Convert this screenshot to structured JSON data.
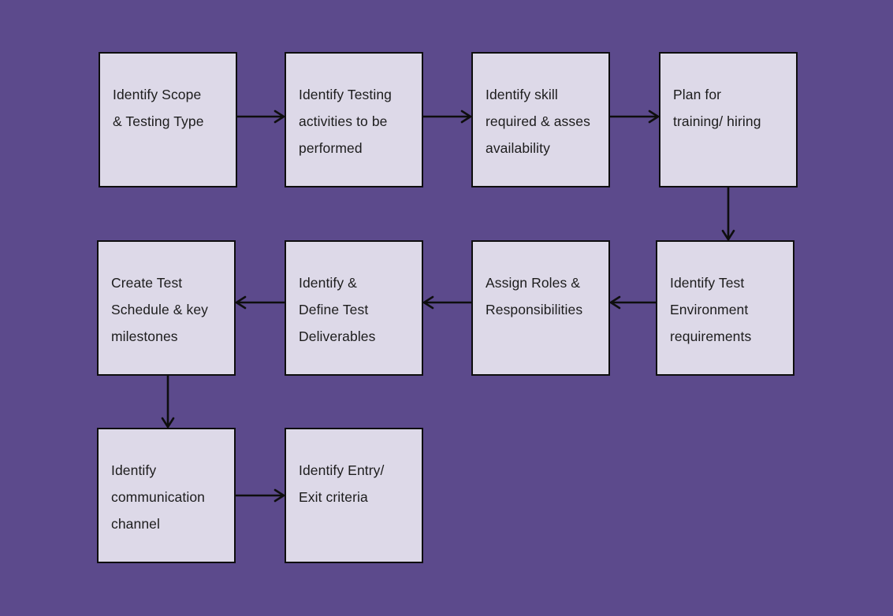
{
  "diagram": {
    "type": "flowchart",
    "colors": {
      "background": "#5C4A8C",
      "node_fill": "#DDD9E8",
      "node_border": "#0E0E0E",
      "arrow": "#0E0E0E",
      "text": "#1C1C1C"
    },
    "nodes": [
      {
        "id": "scope",
        "label": "Identify Scope\n& Testing Type"
      },
      {
        "id": "activities",
        "label": "Identify Testing\nactivities to be\nperformed"
      },
      {
        "id": "skills",
        "label": "Identify skill\nrequired & asses\navailability"
      },
      {
        "id": "training",
        "label": "Plan for\ntraining/ hiring"
      },
      {
        "id": "environment",
        "label": "Identify Test\nEnvironment\nrequirements"
      },
      {
        "id": "roles",
        "label": "Assign Roles &\nResponsibilities"
      },
      {
        "id": "deliverables",
        "label": "Identify &\nDefine Test\nDeliverables"
      },
      {
        "id": "schedule",
        "label": "Create Test\nSchedule & key\nmilestones"
      },
      {
        "id": "communication",
        "label": "Identify\ncommunication\nchannel"
      },
      {
        "id": "criteria",
        "label": "Identify Entry/\nExit criteria"
      }
    ],
    "edges": [
      {
        "from": "scope",
        "to": "activities",
        "direction": "right"
      },
      {
        "from": "activities",
        "to": "skills",
        "direction": "right"
      },
      {
        "from": "skills",
        "to": "training",
        "direction": "right"
      },
      {
        "from": "training",
        "to": "environment",
        "direction": "down"
      },
      {
        "from": "environment",
        "to": "roles",
        "direction": "left"
      },
      {
        "from": "roles",
        "to": "deliverables",
        "direction": "left"
      },
      {
        "from": "deliverables",
        "to": "schedule",
        "direction": "left"
      },
      {
        "from": "schedule",
        "to": "communication",
        "direction": "down"
      },
      {
        "from": "communication",
        "to": "criteria",
        "direction": "right"
      }
    ]
  }
}
